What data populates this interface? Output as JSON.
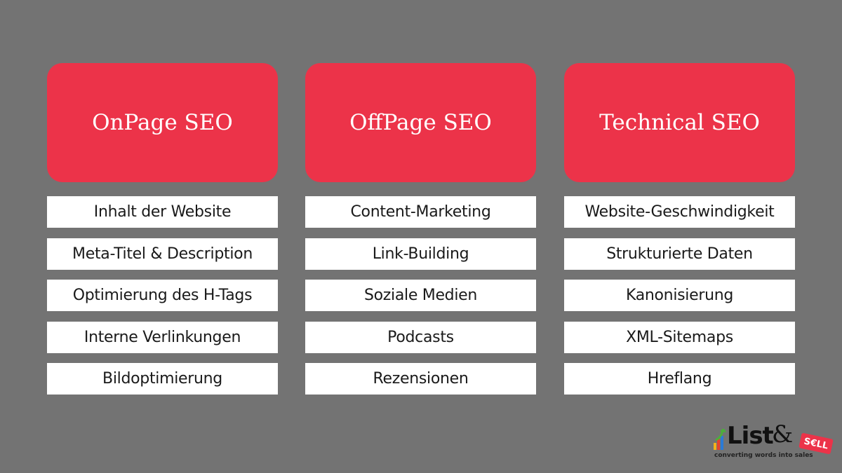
{
  "columns": [
    {
      "title": "OnPage SEO",
      "items": [
        "Inhalt der Website",
        "Meta-Titel & Description",
        "Optimierung des H-Tags",
        "Interne Verlinkungen",
        "Bildoptimierung"
      ]
    },
    {
      "title": "OffPage SEO",
      "items": [
        "Content-Marketing",
        "Link-Building",
        "Soziale Medien",
        "Podcasts",
        "Rezensionen"
      ]
    },
    {
      "title": "Technical SEO",
      "items": [
        "Website-Geschwindigkeit",
        "Strukturierte Daten",
        "Kanonisierung",
        "XML-Sitemaps",
        "Hreflang"
      ]
    }
  ],
  "logo": {
    "name": "List",
    "amp": "&",
    "tag": "S€LL",
    "slogan": "converting words into sales"
  },
  "colors": {
    "background": "#737373",
    "header": "#ec3349",
    "item": "#ffffff"
  }
}
